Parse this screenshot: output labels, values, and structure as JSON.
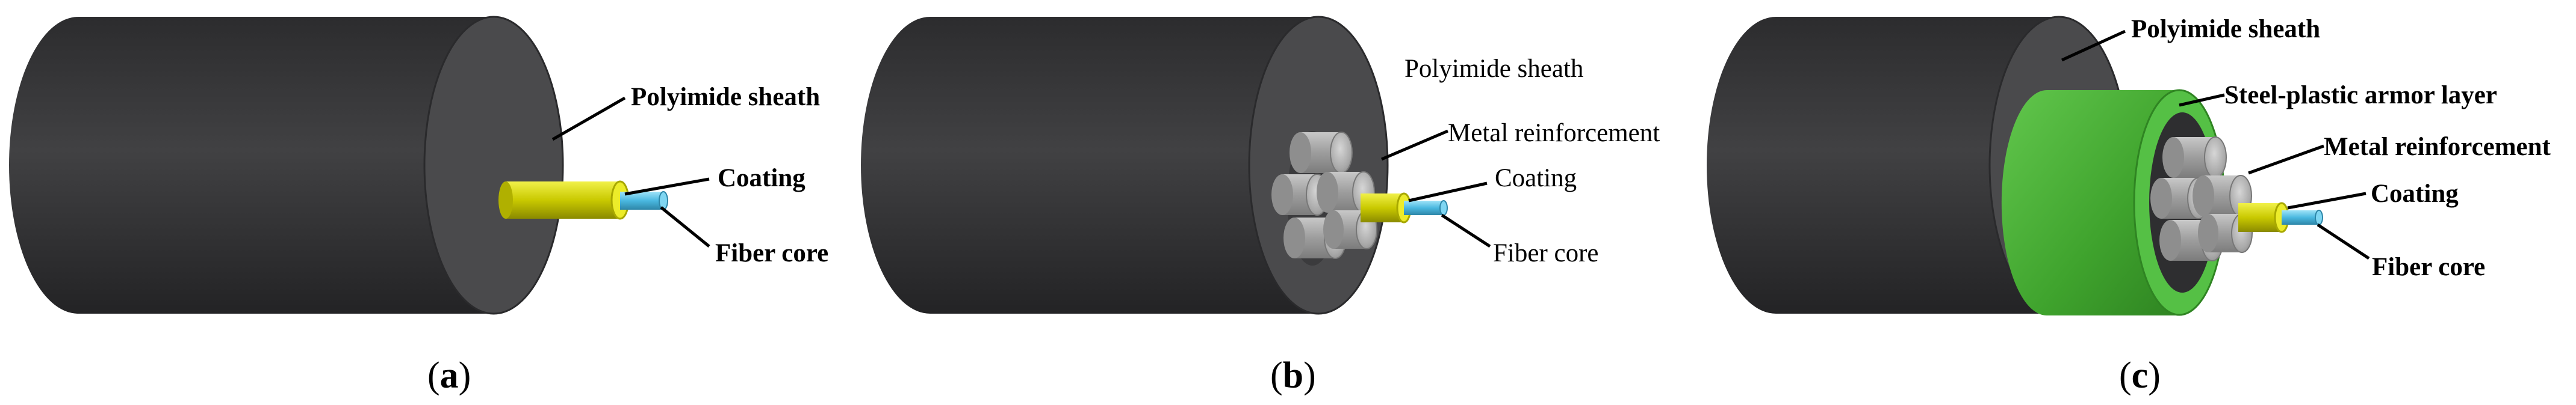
{
  "panels": [
    {
      "id": "a",
      "caption_letter": "a",
      "labels": {
        "sheath": "Polyimide sheath",
        "coating": "Coating",
        "core": "Fiber core"
      }
    },
    {
      "id": "b",
      "caption_letter": "b",
      "labels": {
        "sheath": "Polyimide sheath",
        "reinforcement": "Metal reinforcement",
        "coating": "Coating",
        "core": "Fiber core"
      }
    },
    {
      "id": "c",
      "caption_letter": "c",
      "labels": {
        "sheath": "Polyimide sheath",
        "armor": "Steel-plastic armor layer",
        "reinforcement": "Metal reinforcement",
        "coating": "Coating",
        "core": "Fiber core"
      }
    }
  ],
  "colors": {
    "sheath_body": "#3a3a3c",
    "sheath_face": "#4a4a4c",
    "coating": "#d6d600",
    "core": "#58c6ec",
    "metal": "#b4b4b4",
    "armor": "#4cb33a"
  }
}
